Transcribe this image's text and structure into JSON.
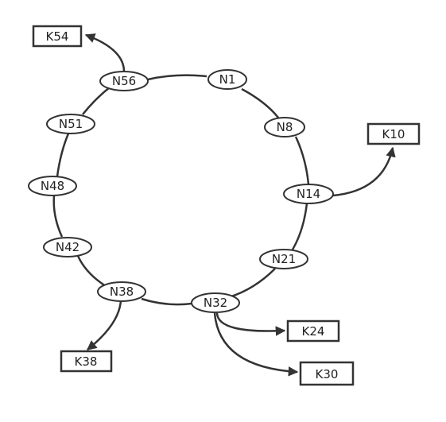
{
  "nodes": [
    "N1",
    "N8",
    "N14",
    "N21",
    "N32",
    "N38",
    "N42",
    "N48",
    "N51",
    "N56"
  ],
  "keys": [
    "K10",
    "K24",
    "K30",
    "K38",
    "K54"
  ],
  "colors": {
    "stroke": "#333333",
    "fill": "#ffffff",
    "text": "#222222"
  }
}
